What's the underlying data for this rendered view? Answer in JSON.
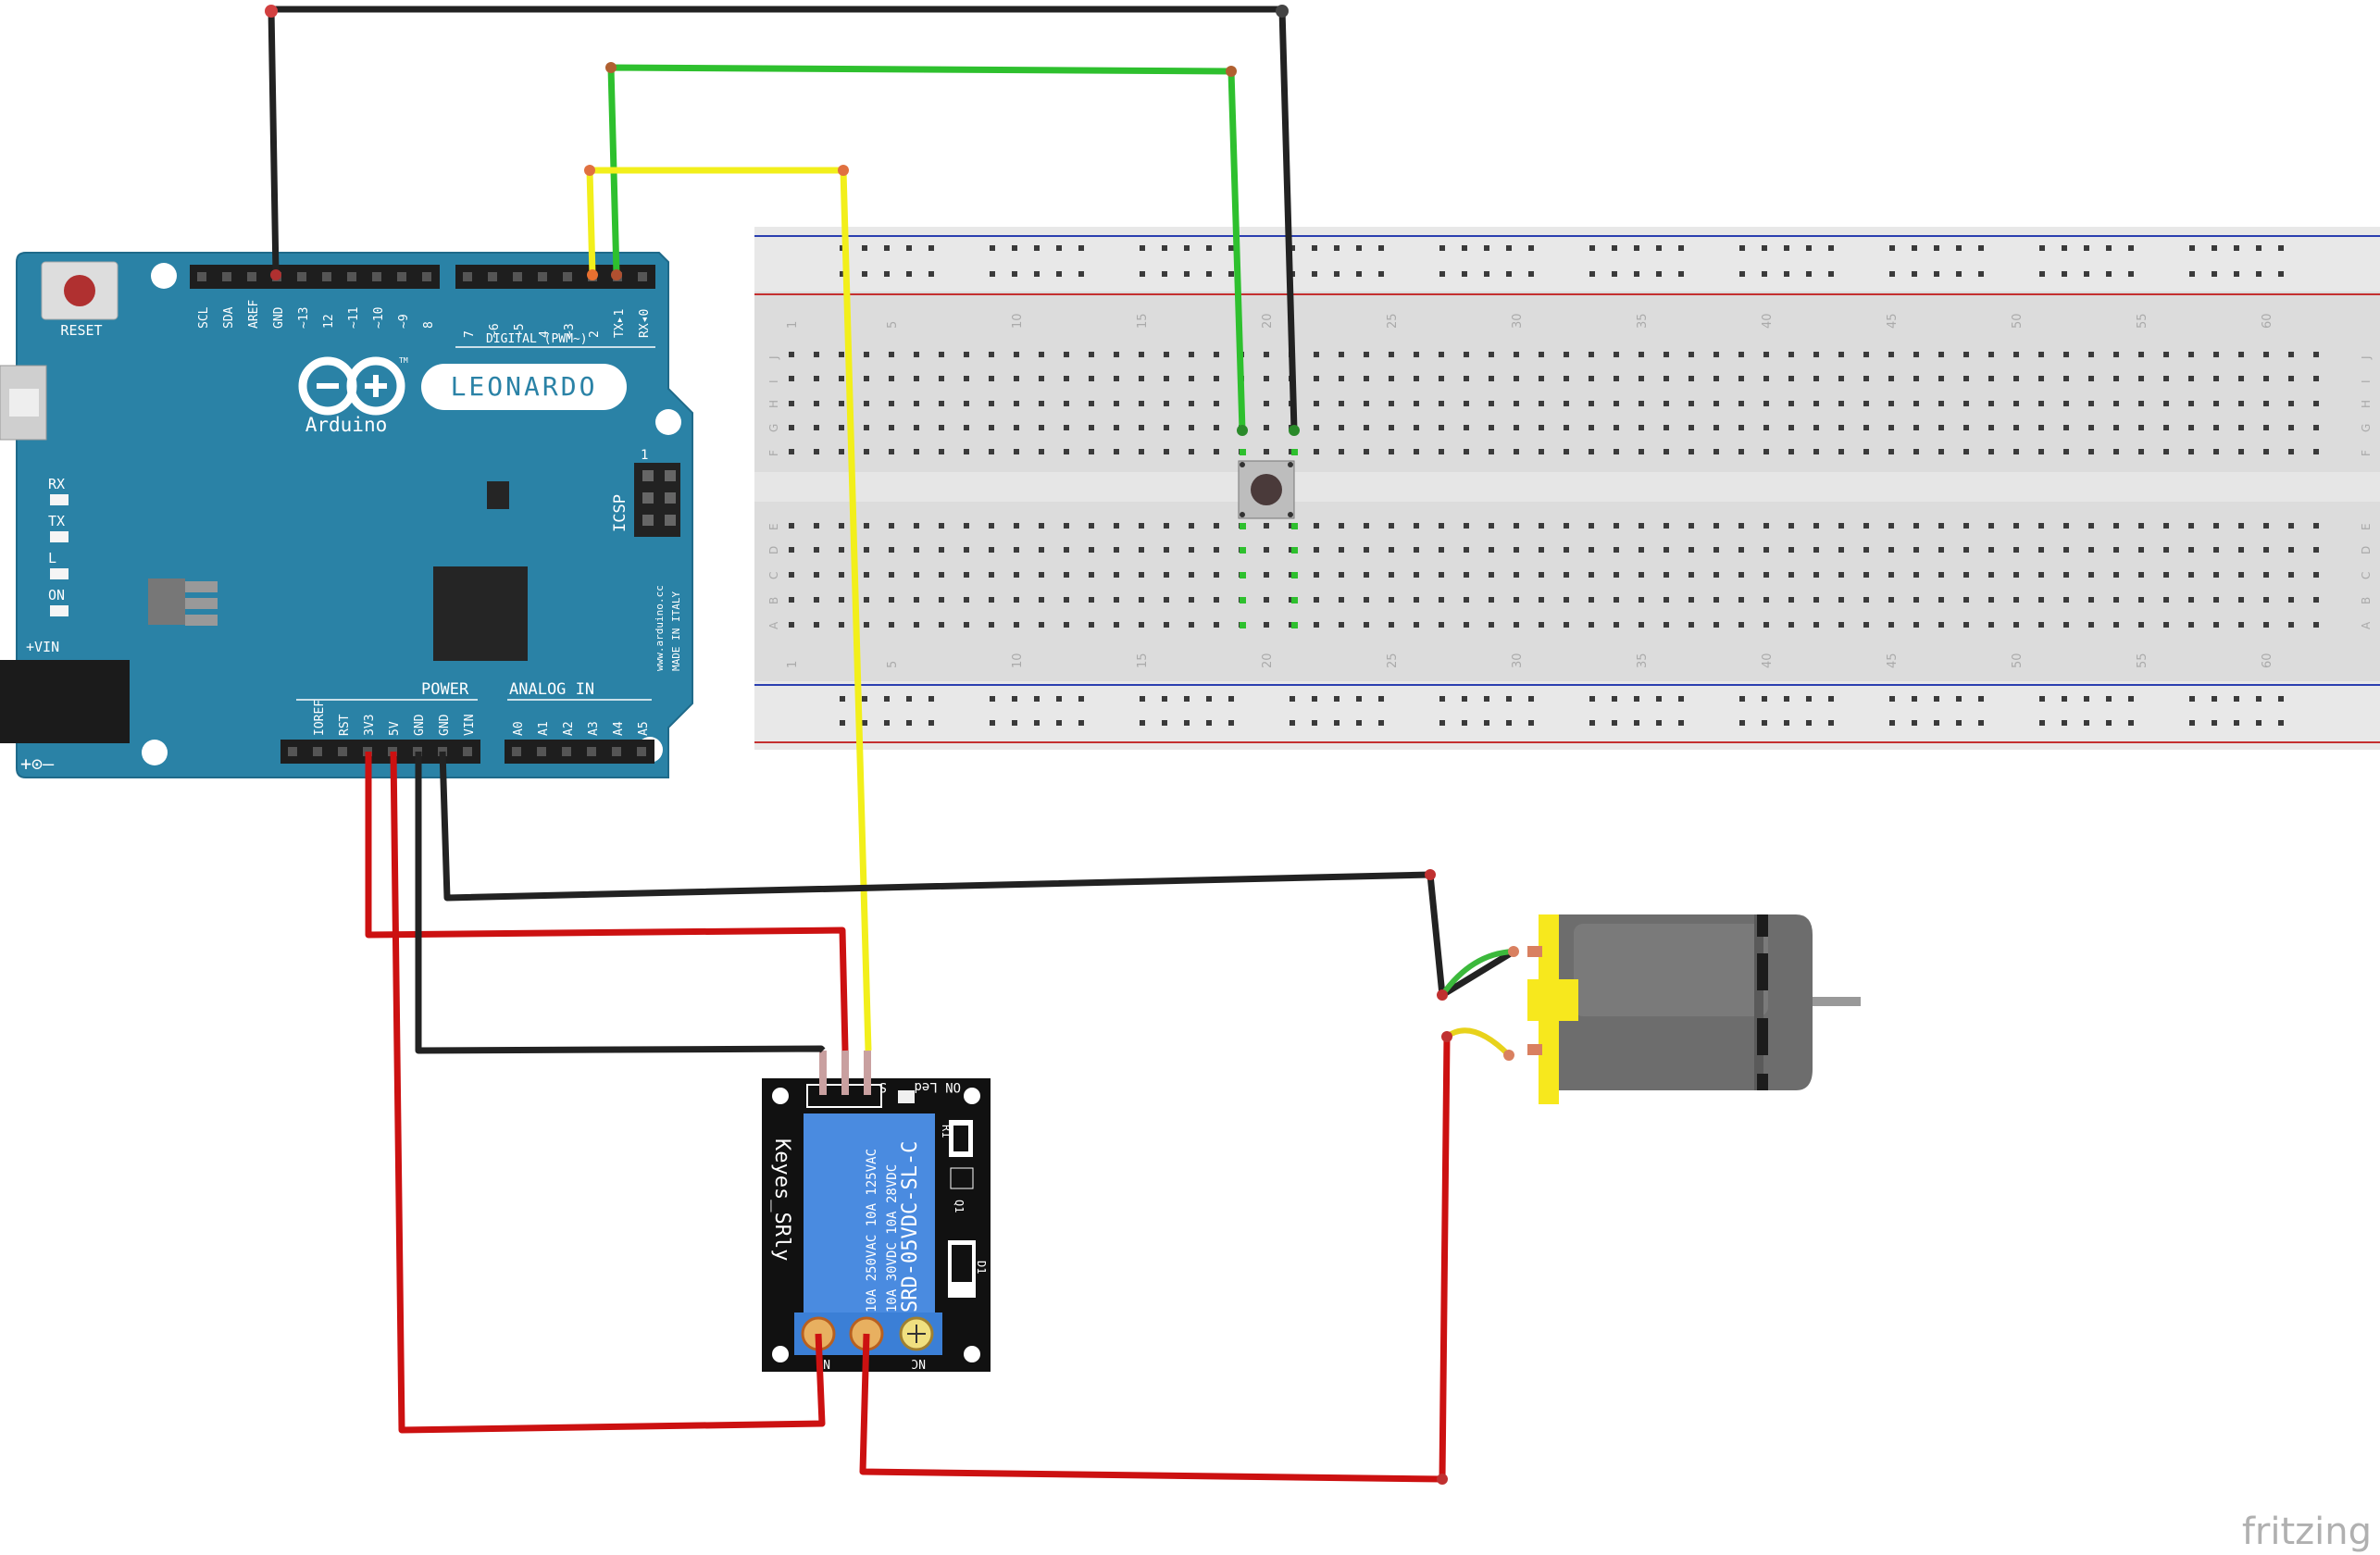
{
  "arduino": {
    "reset_label": "RESET",
    "model_label": "LEONARDO",
    "brand_label": "Arduino",
    "tm_label": "TM",
    "digital_label": "DIGITAL (PWM~)",
    "icsp_label": "ICSP",
    "icsp_pin1": "1",
    "power_label": "POWER",
    "analog_label": "ANALOG IN",
    "vin_label": "+VIN",
    "polarity_label": "+⊙–",
    "site_label": "www.arduino.cc",
    "made_label": "MADE IN ITALY",
    "leds": [
      "RX",
      "TX",
      "L",
      "ON"
    ],
    "top_pins": [
      "SCL",
      "SDA",
      "AREF",
      "GND",
      "~13",
      "12",
      "~11",
      "~10",
      "~9",
      "8"
    ],
    "digital_pins": [
      "7",
      "~6",
      "~5",
      "4",
      "~3",
      "2",
      "TX▸1",
      "RX◂0"
    ],
    "power_pins": [
      "IOREF",
      "RST",
      "3V3",
      "5V",
      "GND",
      "GND",
      "VIN"
    ],
    "analog_pins": [
      "A0",
      "A1",
      "A2",
      "A3",
      "A4",
      "A5"
    ]
  },
  "breadboard": {
    "column_labels": [
      "1",
      "5",
      "10",
      "15",
      "20",
      "25",
      "30",
      "35",
      "40",
      "45",
      "50",
      "55",
      "60"
    ],
    "rows_top": [
      "J",
      "I",
      "H",
      "G",
      "F"
    ],
    "rows_bottom": [
      "E",
      "D",
      "C",
      "B",
      "A"
    ]
  },
  "relay": {
    "name": "Keyes_SRly",
    "model": "SRD-05VDC-SL-C",
    "rating1": "10A 250VAC 10A 125VAC",
    "rating2": "10A 30VDC 10A 28VDC",
    "pin_label": "S",
    "led_label": "ON Led",
    "r1_label": "R1",
    "q1_label": "Q1",
    "d1_label": "D1",
    "no_label": "NO",
    "nc_label": "NC"
  },
  "watermark": "fritzing",
  "colors": {
    "board": "#2a82a6",
    "wire_black": "#222222",
    "wire_red": "#cc1111",
    "wire_green": "#2ec02e",
    "wire_yellow": "#f2ef1b",
    "relay_blue": "#4a8be0",
    "motor_yellow": "#f7e81d"
  }
}
